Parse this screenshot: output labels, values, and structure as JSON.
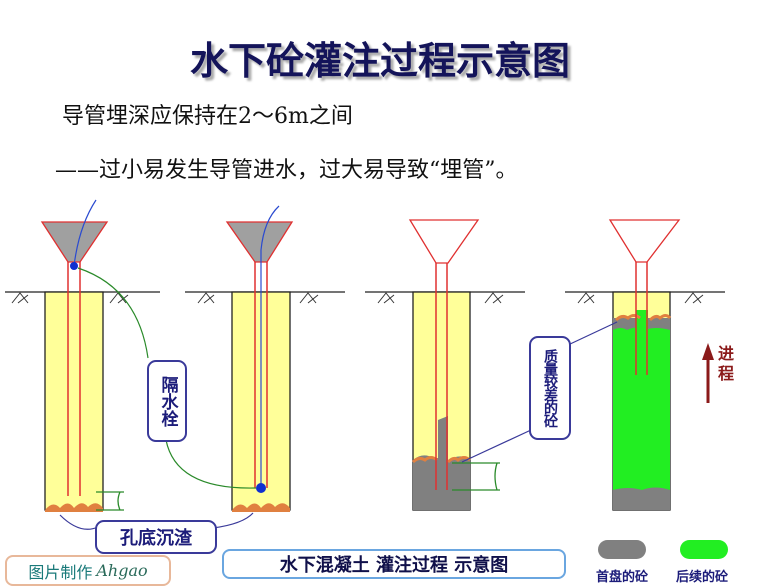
{
  "title": "水下砼灌注过程示意图",
  "text_lines": [
    "导管埋深应保持在2～6m之间",
    "——过小易发生导管进水，过大易导致“埋管”。"
  ],
  "labels": {
    "plug": "隔水栓",
    "sediment": "孔底沉渣",
    "poor_concrete": "质量较差的砼",
    "progress": "进程"
  },
  "caption": "水下混凝土  灌注过程  示意图",
  "credit": {
    "prefix": "图片制作",
    "signature": "Ahgao"
  },
  "legend": [
    {
      "label": "首盘的砼",
      "color": "#808080"
    },
    {
      "label": "后续的砼",
      "color": "#22ee22"
    }
  ],
  "colors": {
    "slurry": "#ffff99",
    "pipe": "#e03030",
    "funnel_fill": "#a0a0a0",
    "arrow": "#8b1a1a",
    "leader": "#2a8a2a",
    "sediment": "#e08040"
  }
}
